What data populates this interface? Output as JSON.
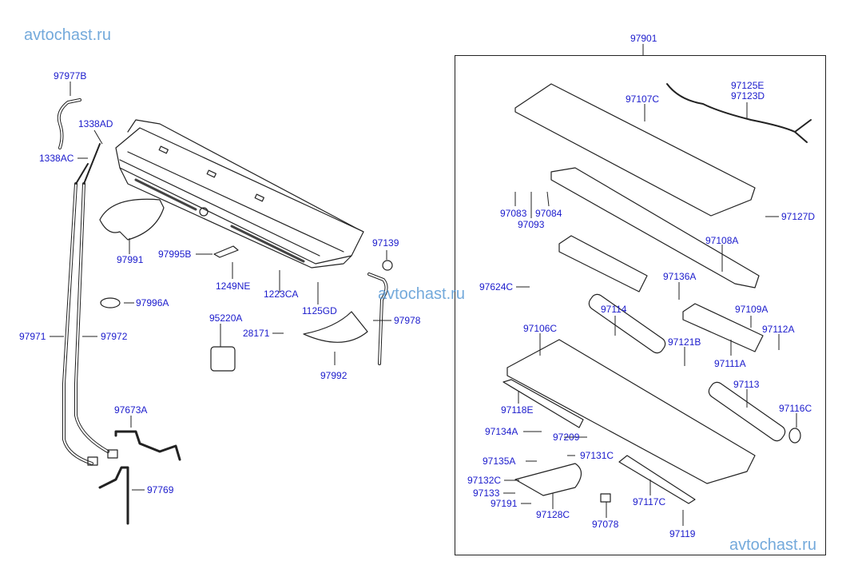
{
  "watermark": "avtochast.ru",
  "colors": {
    "label": "#1a1acc",
    "watermark": "#5b9bd5",
    "line": "#222222"
  },
  "assembly": {
    "part_no": "97901"
  },
  "labels": {
    "p97977B": "97977B",
    "p1338AD": "1338AD",
    "p1338AC": "1338AC",
    "p97991": "97991",
    "p97995B": "97995B",
    "p1249NE": "1249NE",
    "p1223CA": "1223CA",
    "p1125GD": "1125GD",
    "p97139": "97139",
    "p97996A": "97996A",
    "p95220A": "95220A",
    "p28171": "28171",
    "p97978": "97978",
    "p97992": "97992",
    "p97971": "97971",
    "p97972": "97972",
    "p97673A": "97673A",
    "p97769": "97769",
    "p97107C": "97107C",
    "p97125E": "97125E",
    "p97123D": "97123D",
    "p97083": "97083",
    "p97084": "97084",
    "p97093": "97093",
    "p97127D": "97127D",
    "p97108A": "97108A",
    "p97624C": "97624C",
    "p97136A": "97136A",
    "p97114": "97114",
    "p97109A": "97109A",
    "p97106C": "97106C",
    "p97112A": "97112A",
    "p97121B": "97121B",
    "p97111A": "97111A",
    "p97113": "97113",
    "p97118E": "97118E",
    "p97116C": "97116C",
    "p97134A": "97134A",
    "p97209": "97209",
    "p97135A": "97135A",
    "p97131C": "97131C",
    "p97132C": "97132C",
    "p97133": "97133",
    "p97191": "97191",
    "p97128C": "97128C",
    "p97078": "97078",
    "p97117C": "97117C",
    "p97119": "97119"
  }
}
